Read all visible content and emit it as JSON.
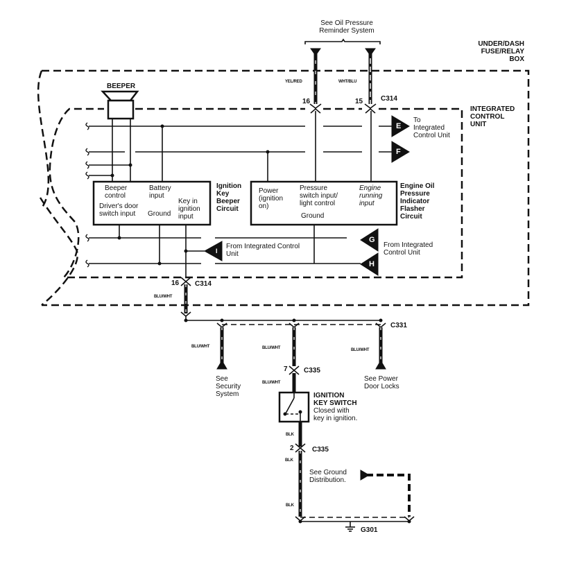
{
  "diagram": {
    "title_region": "Ignition Key Beeper / Engine Oil Pressure Indicator Wiring",
    "top_reference": "See Oil Pressure\nReminder System",
    "fuse_box_label": "UNDER/DASH\nFUSE/RELAY\nBOX",
    "icu_label": "INTEGRATED\nCONTROL\nUNIT",
    "beeper_label": "BEEPER",
    "beeper_circuit": {
      "name": "Ignition\nKey\nBeeper\nCircuit",
      "pins": {
        "beeper_control": "Beeper\ncontrol",
        "battery_input": "Battery\ninput",
        "drivers_door": "Driver's door\nswitch input",
        "ground": "Ground",
        "key_in_ignition": "Key in\nignition\ninput"
      }
    },
    "oil_circuit": {
      "name": "Engine Oil\nPressure\nIndicator\nFlasher\nCircuit",
      "pins": {
        "power": "Power\n(ignition\non)",
        "pressure_switch": "Pressure\nswitch input/\nlight control",
        "engine_running": "Engine\nrunning\ninput",
        "ground": "Ground"
      }
    },
    "connectors": {
      "e": "E",
      "f": "F",
      "g": "G",
      "h": "H",
      "i": "I",
      "to_icu": "To\nIntegrated\nControl Unit",
      "from_icu_gh": "From Integrated\nControl Unit",
      "from_icu_i": "From Integrated Control\nUnit"
    },
    "wires": {
      "yel_red": "YEL/RED",
      "wht_blu": "WHT/BLU",
      "blu_wht": "BLU/WHT",
      "blk": "BLK"
    },
    "pins": {
      "c314_16_top": "16",
      "c314_15_top": "15",
      "c314_16_bottom": "16",
      "c335_7": "7",
      "c335_2": "2"
    },
    "connector_ids": {
      "c314_top": "C314",
      "c314_bottom": "C314",
      "c331": "C331",
      "c335_top": "C335",
      "c335_bottom": "C335",
      "g301": "G301"
    },
    "references": {
      "security": "See\nSecurity\nSystem",
      "power_door_locks": "See Power\nDoor Locks",
      "ground_distribution": "See Ground\nDistribution."
    },
    "ignition_switch": {
      "title": "IGNITION\nKEY SWITCH",
      "note": "Closed with\nkey in ignition."
    }
  }
}
